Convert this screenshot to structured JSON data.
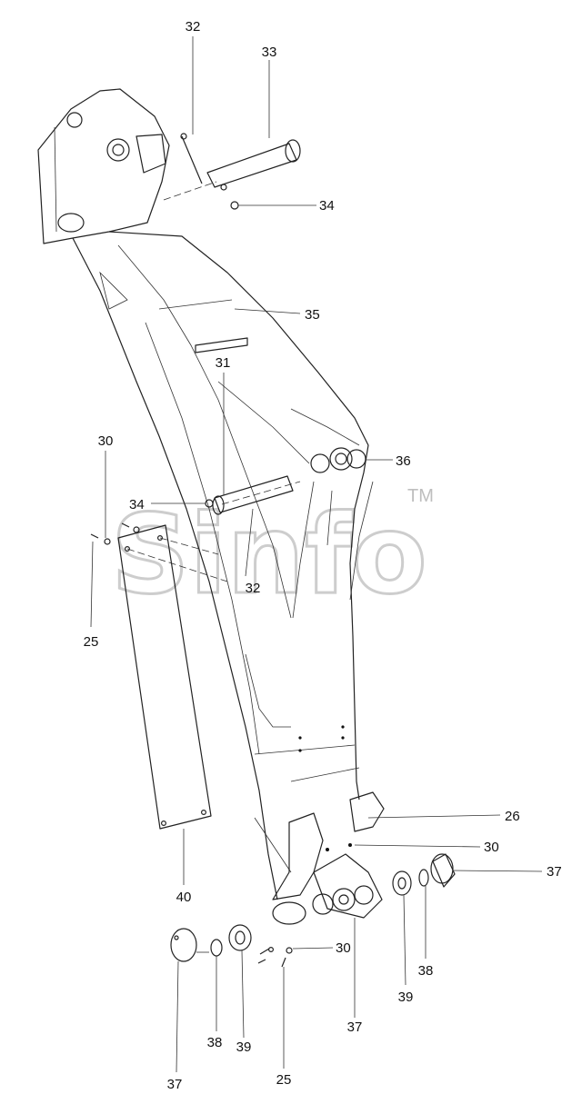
{
  "watermark": {
    "text": "Sinfo",
    "trademark": "TM"
  },
  "callouts": {
    "c32_top": "32",
    "c33": "33",
    "c34_top": "34",
    "c35": "35",
    "c31": "31",
    "c36": "36",
    "c30_left": "30",
    "c34_mid": "34",
    "c32_mid": "32",
    "c25_left": "25",
    "c26": "26",
    "c30_right": "30",
    "c37_right": "37",
    "c40": "40",
    "c30_bottom": "30",
    "c38_right": "38",
    "c39_right": "39",
    "c37_mid": "37",
    "c37_bottom": "37",
    "c38_bottom": "38",
    "c39_bottom": "39",
    "c25_bottom": "25"
  }
}
